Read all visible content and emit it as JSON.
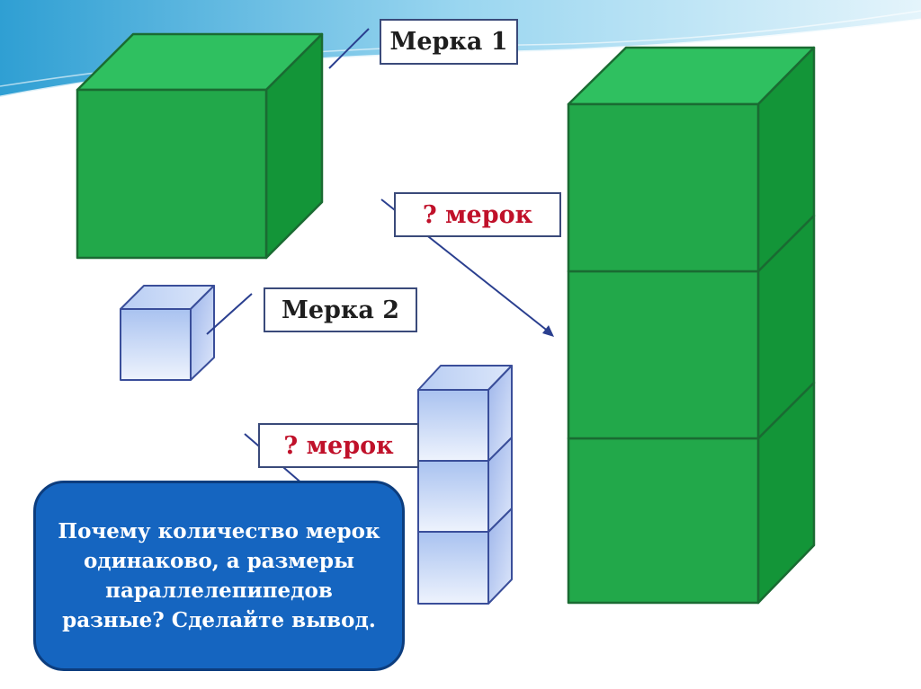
{
  "slide": {
    "label_merka1": "Мерка 1",
    "label_merka2": "Мерка 2",
    "label_question_top": "? мерок",
    "label_question_bottom": "? мерок",
    "question_text": "Почему количество мерок\nодинаково, а размеры\nпараллелепипедов\nразные?  Сделайте вывод."
  },
  "colors": {
    "green_front": "#22a84a",
    "green_top": "#2fc060",
    "green_side": "#139538",
    "green_edge": "#1a6b32",
    "blue_face": "#c8d8f5",
    "blue_edge": "#3a4e9a",
    "label_red": "#c0112a",
    "callout_blue": "#1565c0",
    "wave_blue": "#5dbbe0"
  },
  "counts": {
    "large_stack_cubes": 3,
    "small_stack_cubes": 3
  }
}
